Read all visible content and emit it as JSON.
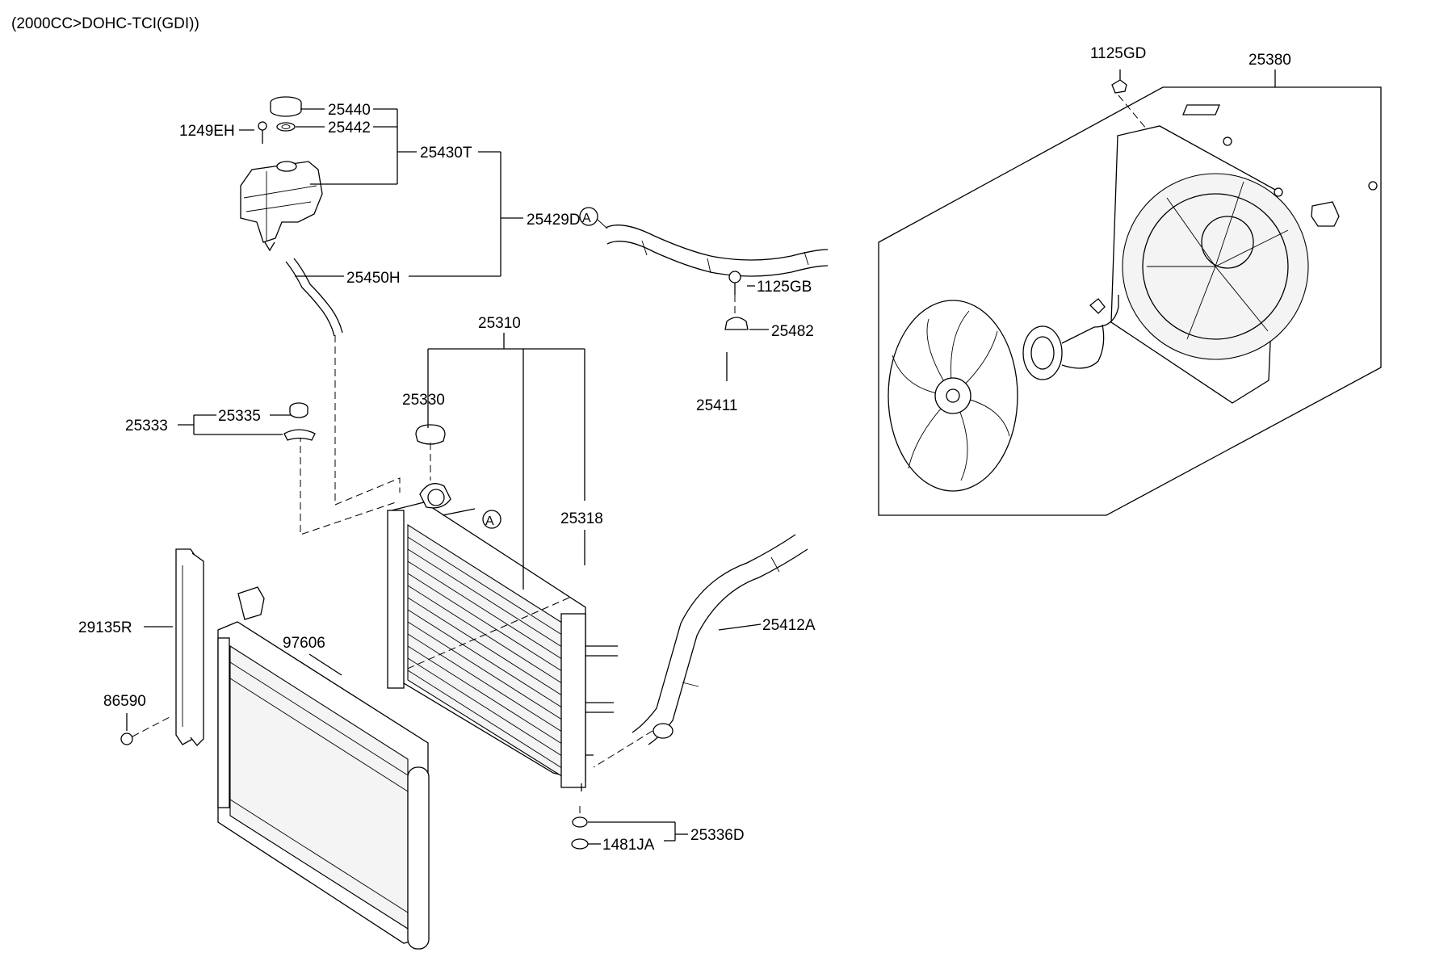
{
  "header": {
    "title": "(2000CC>DOHC-TCI(GDI))"
  },
  "callout_letter": "A",
  "labels": {
    "p25440": "25440",
    "p25442": "25442",
    "p1249EH": "1249EH",
    "p25430T": "25430T",
    "p25429D": "25429D",
    "p25450H": "25450H",
    "p25310": "25310",
    "p25330": "25330",
    "p25335": "25335",
    "p25333": "25333",
    "p25318": "25318",
    "p1125GB": "1125GB",
    "p25482": "25482",
    "p25411": "25411",
    "p25412A": "25412A",
    "p29135R": "29135R",
    "p97606": "97606",
    "p86590": "86590",
    "p1481JA": "1481JA",
    "p25336D": "25336D",
    "p1125GD": "1125GD",
    "p25380": "25380"
  }
}
